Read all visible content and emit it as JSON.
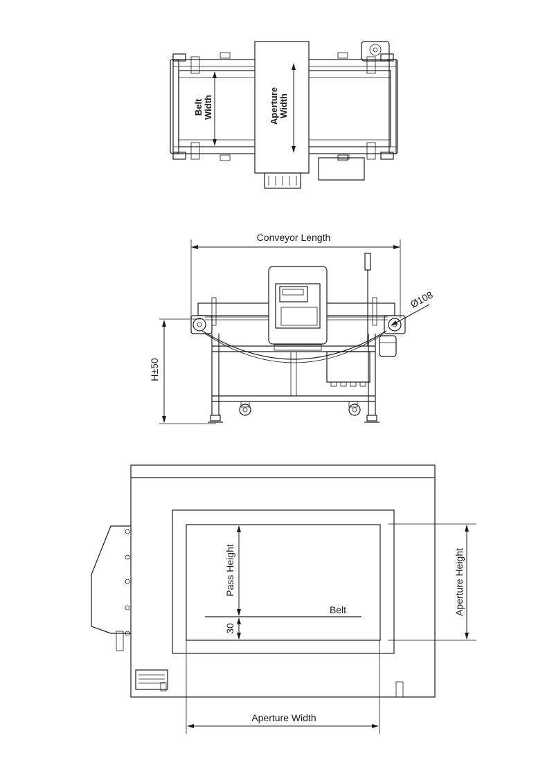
{
  "top_view": {
    "belt_width_line1": "Belt",
    "belt_width_line2": "Width",
    "aperture_width_line1": "Aperture",
    "aperture_width_line2": "Width"
  },
  "side_view": {
    "conveyor_length": "Conveyor Length",
    "roller_diameter": "Ø108",
    "height": "H±50"
  },
  "front_view": {
    "pass_height": "Pass Height",
    "belt": "Belt",
    "belt_offset": "30",
    "aperture_height": "Aperture Height",
    "aperture_width": "Aperture Width"
  }
}
